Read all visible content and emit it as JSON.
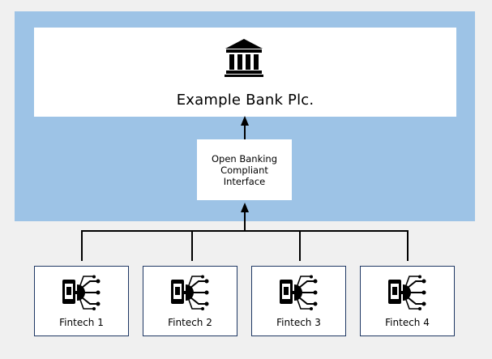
{
  "bank": {
    "name": "Example Bank Plc.",
    "icon": "bank-building-icon"
  },
  "interface": {
    "lines": [
      "Open Banking",
      "Compliant",
      "Interface"
    ]
  },
  "fintechs": [
    {
      "label": "Fintech 1",
      "icon": "fintech-app-gear-icon"
    },
    {
      "label": "Fintech 2",
      "icon": "fintech-app-gear-icon"
    },
    {
      "label": "Fintech 3",
      "icon": "fintech-app-gear-icon"
    },
    {
      "label": "Fintech 4",
      "icon": "fintech-app-gear-icon"
    }
  ],
  "colors": {
    "zone": "#9dc3e6",
    "box_border": "#1f3864",
    "line": "#000000"
  }
}
